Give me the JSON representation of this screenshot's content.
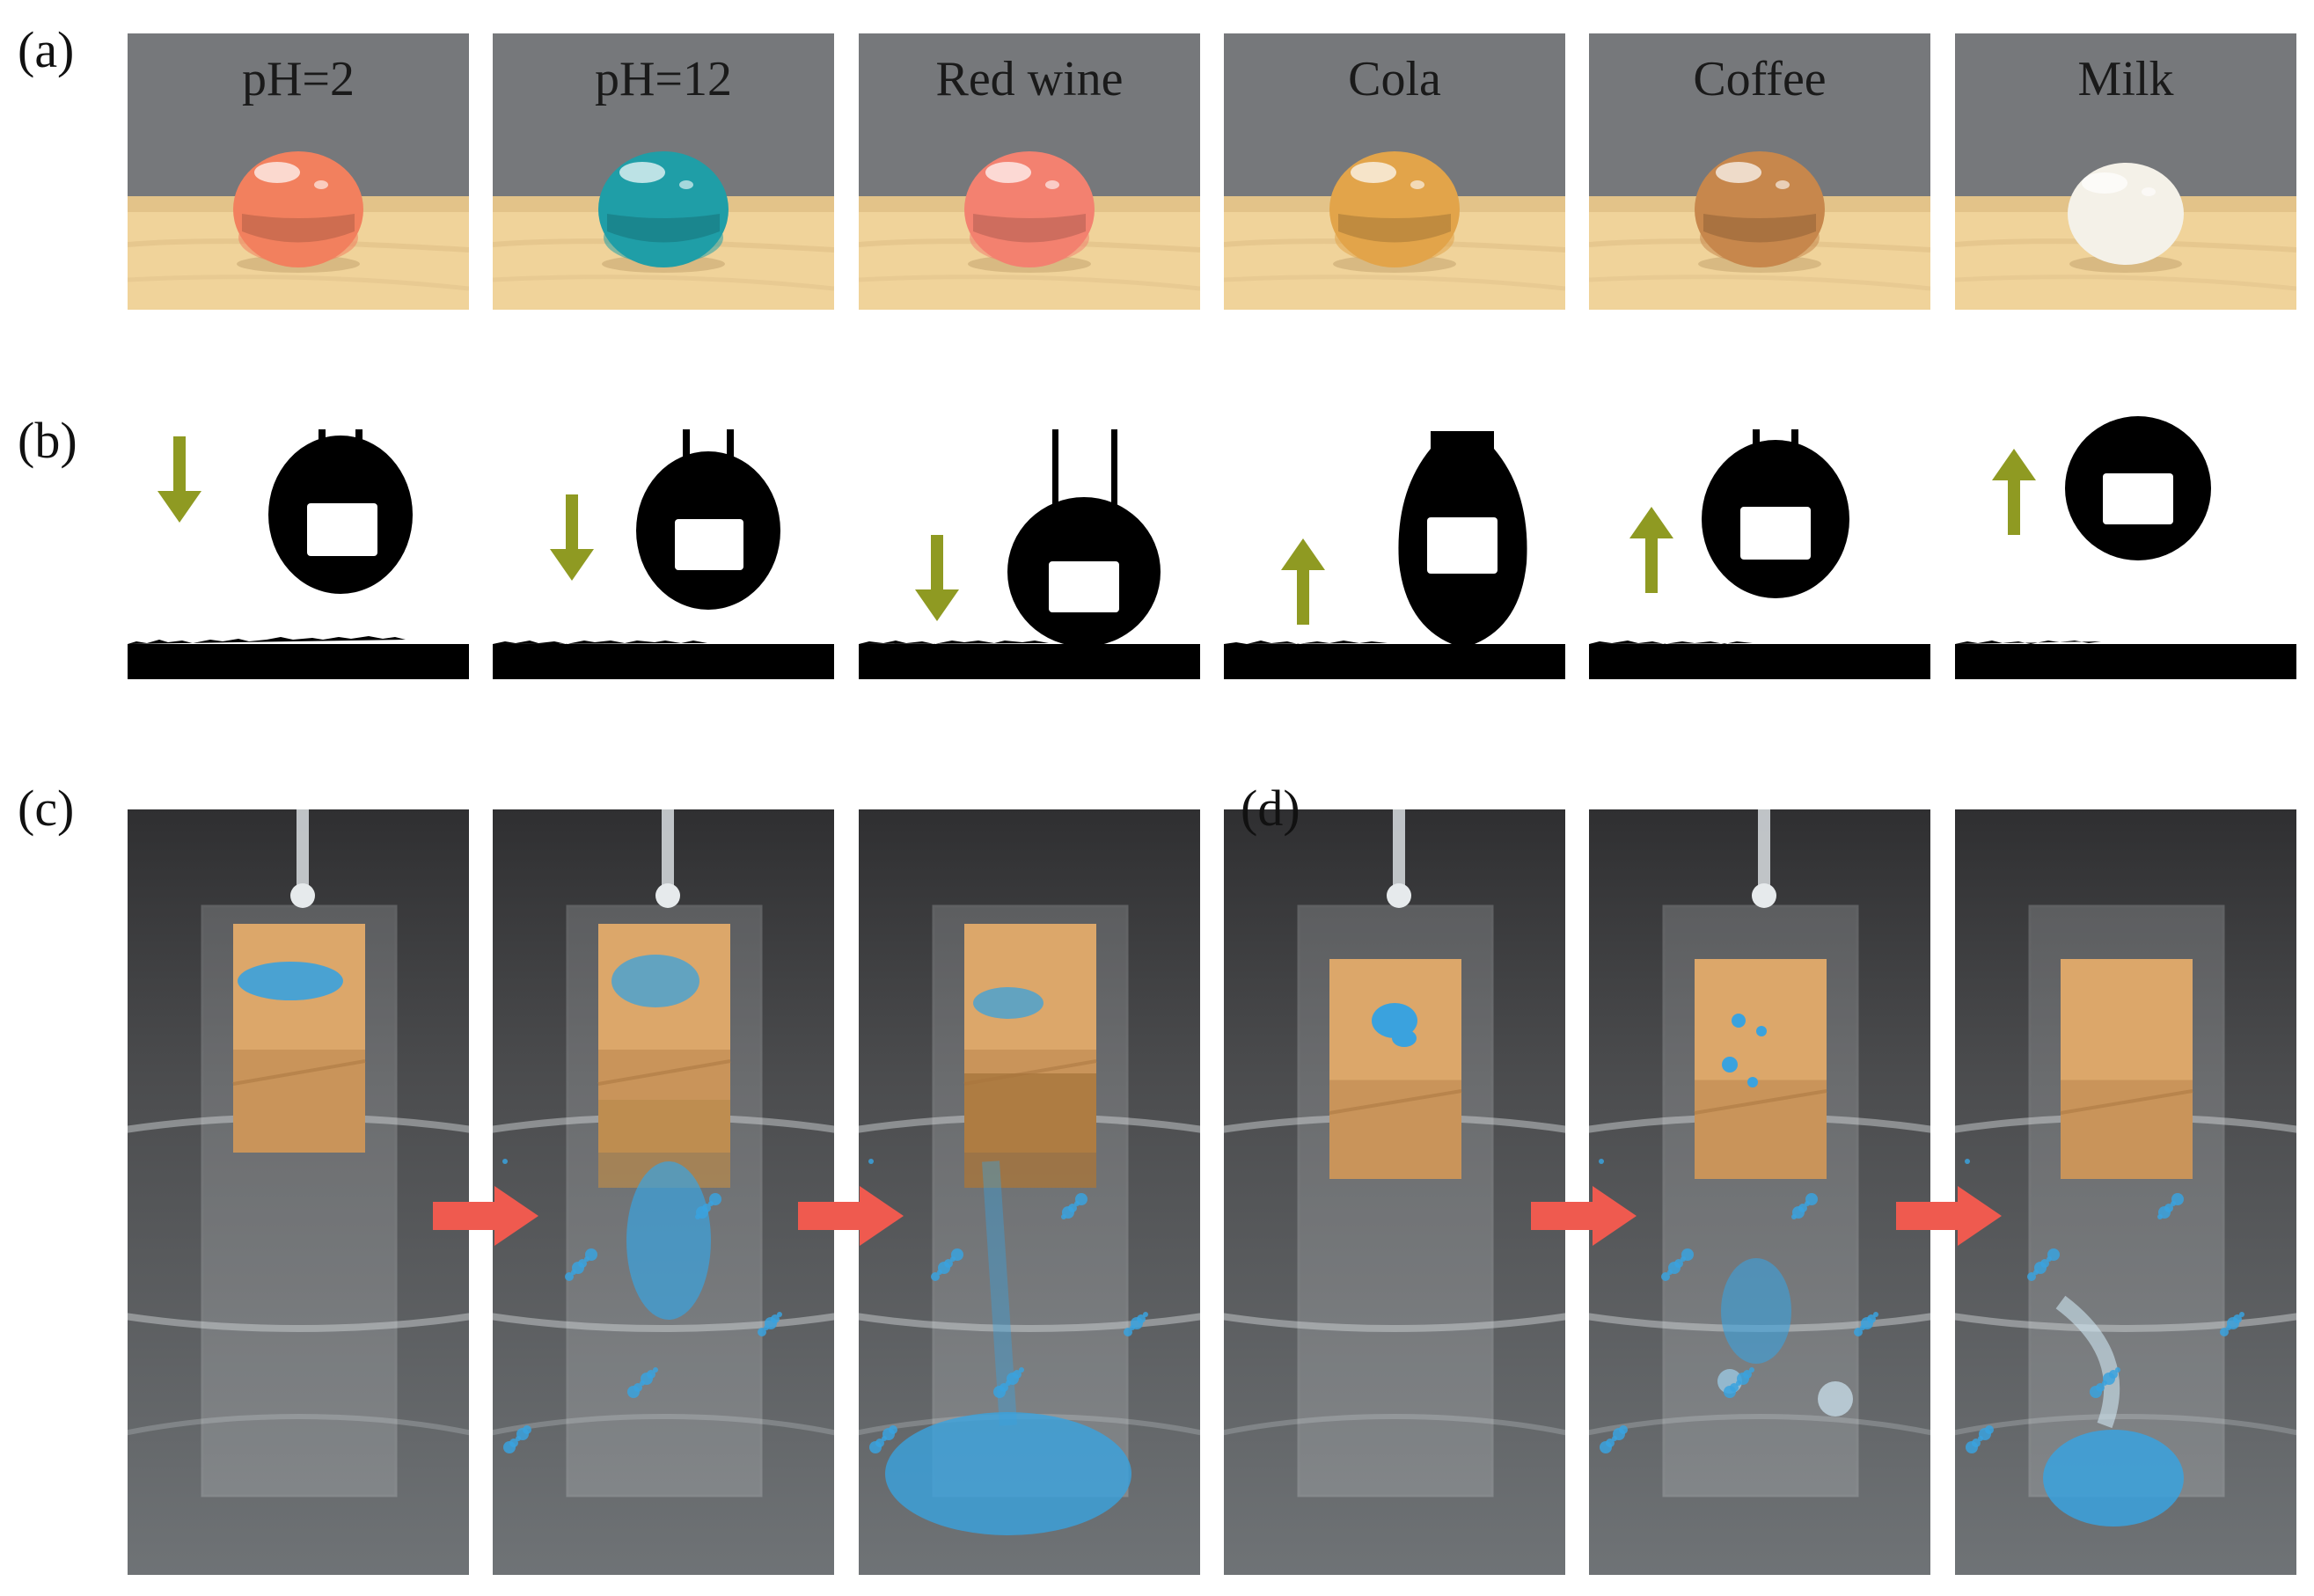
{
  "panel_labels": [
    "(a)",
    "(b)",
    "(c)",
    "(d)"
  ],
  "droplets": [
    {
      "label": "pH=2",
      "color": "#f2805e"
    },
    {
      "label": "pH=12",
      "color": "#1f9ea7"
    },
    {
      "label": "Red wine",
      "color": "#f38170"
    },
    {
      "label": "Cola",
      "color": "#e2a44a"
    },
    {
      "label": "Coffee",
      "color": "#c7874c"
    },
    {
      "label": "Milk",
      "color": "#f4f1e8"
    }
  ],
  "bounce_arrows": [
    "down",
    "down",
    "down",
    "up",
    "up",
    "up"
  ],
  "colors": {
    "backdrop": "#76787b",
    "table": "#f0d39a",
    "arrow_green": "#8f9a22",
    "arrow_red": "#ef5a4f",
    "dye_blue": "#3aa2de",
    "wood": "#d9a872"
  }
}
